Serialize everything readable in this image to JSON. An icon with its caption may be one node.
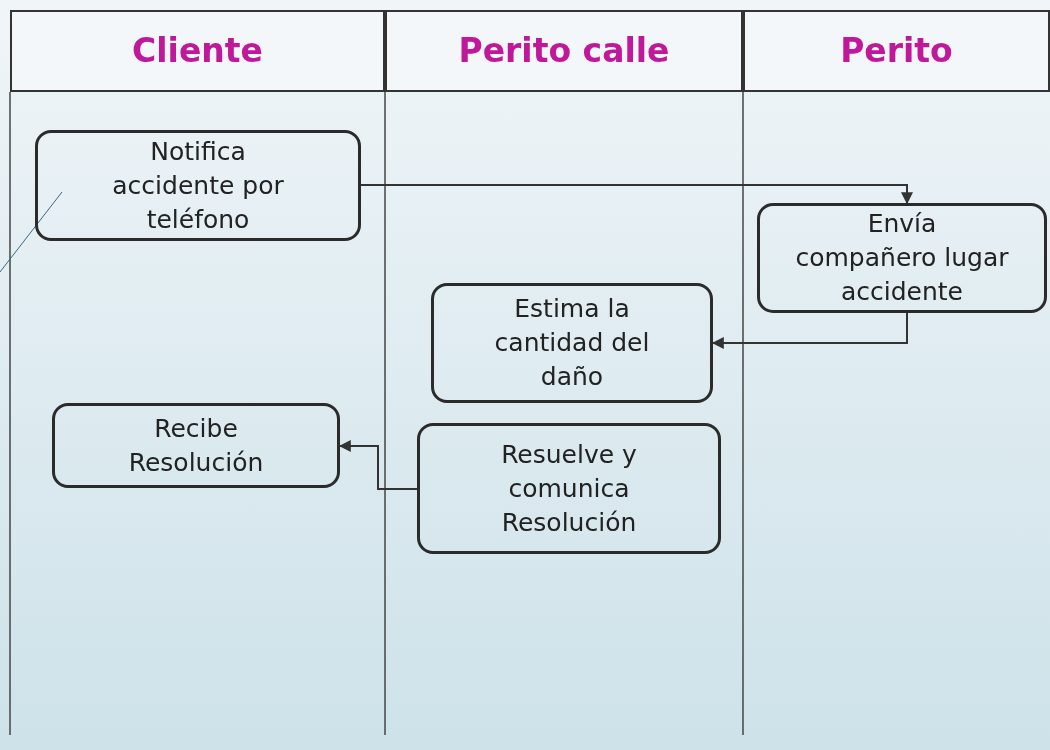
{
  "diagram": {
    "nodes": [
      {
        "text": [
          "Cliente"
        ]
      },
      {
        "text": [
          "Perito calle"
        ]
      },
      {
        "text": [
          "Perito"
        ]
      },
      {
        "text": [
          "Notifica accidente por teléfono"
        ]
      },
      {
        "text": [
          "Envía compañero lugar accidente"
        ]
      },
      {
        "text": [
          "Estima la cantidad del daño"
        ]
      },
      {
        "text": [
          "Recibe Resolución"
        ]
      },
      {
        "text": [
          "Resuelve y comunica Resolución"
        ]
      }
    ],
    "edges": [
      {
        "from": 3,
        "to": 4,
        "arrow": "to"
      },
      {
        "from": 4,
        "to": 5,
        "arrow": "to"
      },
      {
        "from": 7,
        "to": 6,
        "arrow": "to"
      }
    ]
  }
}
